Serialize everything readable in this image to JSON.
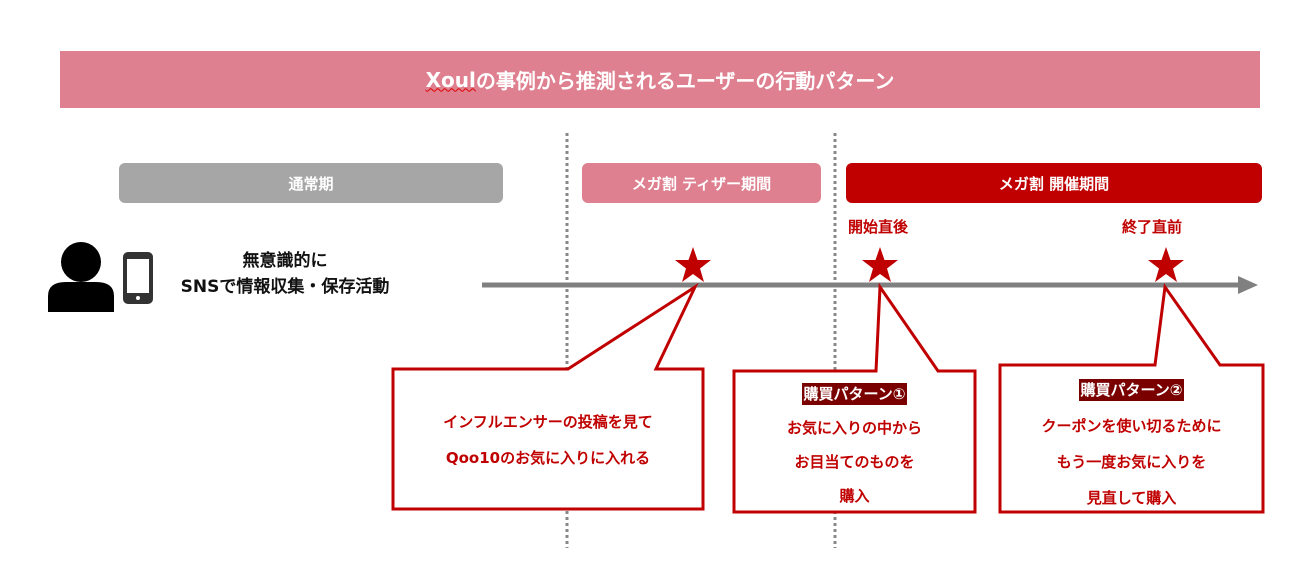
{
  "title": {
    "prefix": "Xoul",
    "rest": "の事例から推測されるユーザーの行動パターン"
  },
  "phases": {
    "normal": "通常期",
    "teaser": "メガ割 ティザー期間",
    "main": "メガ割 開催期間"
  },
  "sublabels": {
    "start": "開始直後",
    "end": "終了直前"
  },
  "user_desc": [
    "無意識的に",
    "SNSで情報収集・保存活動"
  ],
  "callouts": [
    {
      "lines": [
        "インフルエンサーの投稿を見て",
        "Qoo10のお気に入りに入れる"
      ]
    },
    {
      "heading": "購買パターン①",
      "lines": [
        "お気に入りの中から",
        "お目当てのものを",
        "購入"
      ]
    },
    {
      "heading": "購買パターン②",
      "lines": [
        "クーポンを使い切るために",
        "もう一度お気に入りを",
        "見直して購入"
      ]
    }
  ],
  "colors": {
    "title": "#de8090",
    "normal": "#a6a6a6",
    "teaser": "#de8090",
    "main": "#c00000",
    "accent": "#c00000"
  }
}
